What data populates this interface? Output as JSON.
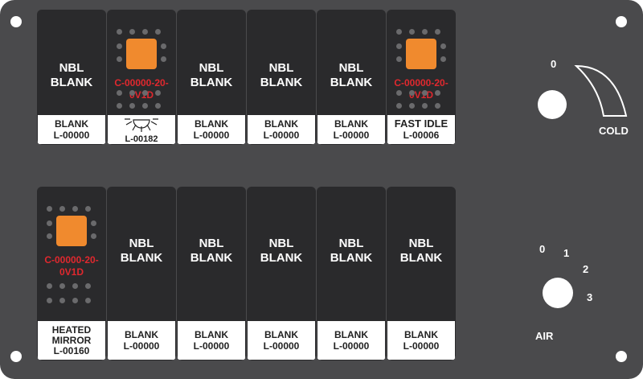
{
  "switches_top": [
    {
      "type": "nbl",
      "line1": "NBL",
      "line2": "BLANK",
      "label1": "BLANK",
      "label2": "L-00000"
    },
    {
      "type": "led",
      "part1": "C-00000-20-",
      "part2": "0V1D",
      "label_icon": "sun-icon",
      "label2": "L-00182"
    },
    {
      "type": "nbl",
      "line1": "NBL",
      "line2": "BLANK",
      "label1": "BLANK",
      "label2": "L-00000"
    },
    {
      "type": "nbl",
      "line1": "NBL",
      "line2": "BLANK",
      "label1": "BLANK",
      "label2": "L-00000"
    },
    {
      "type": "nbl",
      "line1": "NBL",
      "line2": "BLANK",
      "label1": "BLANK",
      "label2": "L-00000"
    },
    {
      "type": "led",
      "part1": "C-00000-20-",
      "part2": "0V1D",
      "label1": "FAST IDLE",
      "label2": "L-00006"
    }
  ],
  "switches_bottom": [
    {
      "type": "led",
      "part1": "C-00000-20-",
      "part2": "0V1D",
      "label1": "HEATED",
      "label1b": "MIRROR",
      "label2": "L-00160"
    },
    {
      "type": "nbl",
      "line1": "NBL",
      "line2": "BLANK",
      "label1": "BLANK",
      "label2": "L-00000"
    },
    {
      "type": "nbl",
      "line1": "NBL",
      "line2": "BLANK",
      "label1": "BLANK",
      "label2": "L-00000"
    },
    {
      "type": "nbl",
      "line1": "NBL",
      "line2": "BLANK",
      "label1": "BLANK",
      "label2": "L-00000"
    },
    {
      "type": "nbl",
      "line1": "NBL",
      "line2": "BLANK",
      "label1": "BLANK",
      "label2": "L-00000"
    },
    {
      "type": "nbl",
      "line1": "NBL",
      "line2": "BLANK",
      "label1": "BLANK",
      "label2": "L-00000"
    }
  ],
  "temp_knob": {
    "zero_label": "0",
    "cold_label": "COLD"
  },
  "air_knob": {
    "label": "AIR",
    "positions": [
      "0",
      "1",
      "2",
      "3"
    ]
  },
  "colors": {
    "panel": "#4a4a4c",
    "switch": "#2a2a2c",
    "led": "#f08a2e",
    "part_text": "#e0282e"
  }
}
